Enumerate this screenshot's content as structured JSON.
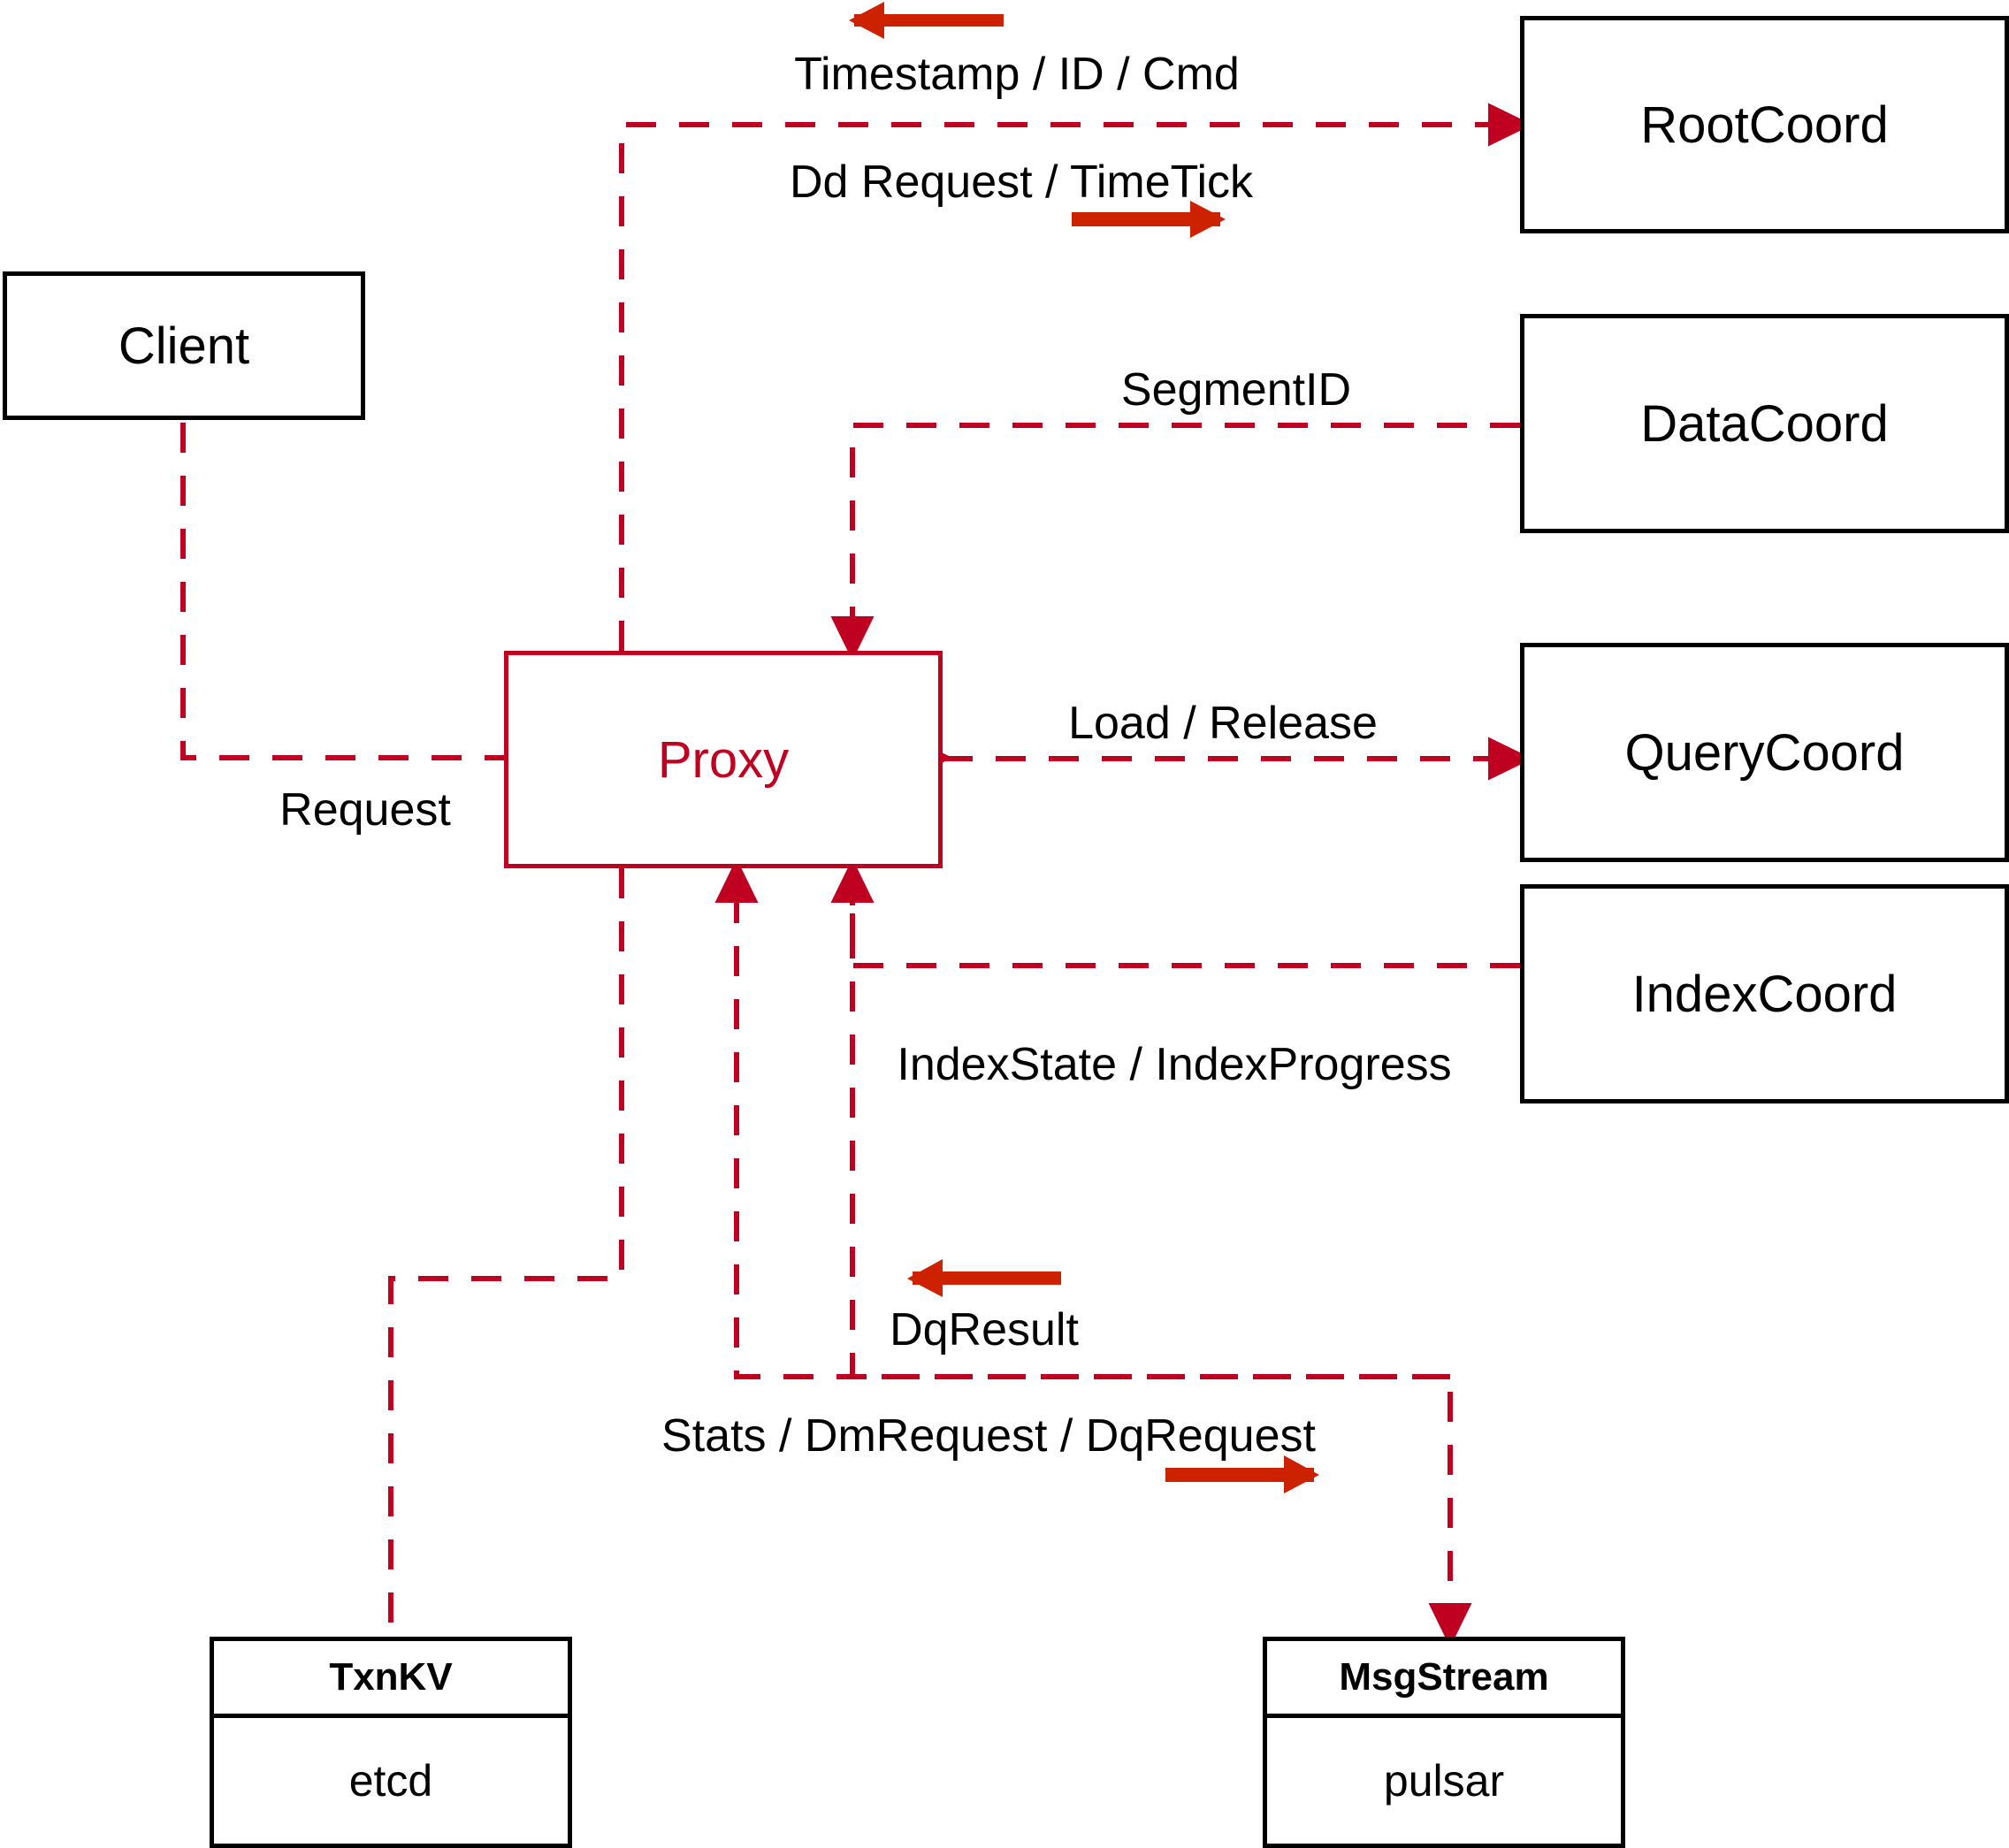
{
  "diagram": {
    "title": "Milvus Proxy component interaction diagram",
    "accent_color": "#C00021",
    "arrow_color": "#CC2200",
    "line_color": "#000000",
    "background": "#FFFFFF"
  },
  "nodes": {
    "client": {
      "label": "Client"
    },
    "proxy": {
      "label": "Proxy"
    },
    "root_coord": {
      "label": "RootCoord"
    },
    "data_coord": {
      "label": "DataCoord"
    },
    "query_coord": {
      "label": "QueryCoord"
    },
    "index_coord": {
      "label": "IndexCoord"
    },
    "txn_kv": {
      "title": "TxnKV",
      "impl": "etcd"
    },
    "msg_stream": {
      "title": "MsgStream",
      "impl": "pulsar"
    }
  },
  "edge_labels": {
    "timestamp_id_cmd": "Timestamp / ID / Cmd",
    "dd_request_timetick": "Dd Request / TimeTick",
    "segment_id": "SegmentID",
    "request": "Request",
    "load_release": "Load / Release",
    "index_state_progress": "IndexState / IndexProgress",
    "dq_result": "DqResult",
    "stats_dm_dq_request": "Stats / DmRequest / DqRequest"
  },
  "edges": [
    {
      "name": "client-to-proxy",
      "from": "client",
      "to": "proxy",
      "label": "Request",
      "direction": "right"
    },
    {
      "name": "proxy-to-rootcoord",
      "from": "proxy",
      "to": "root_coord",
      "label": "Dd Request / TimeTick",
      "direction": "right"
    },
    {
      "name": "rootcoord-to-proxy",
      "from": "root_coord",
      "to": "proxy",
      "label": "Timestamp / ID / Cmd",
      "direction": "left"
    },
    {
      "name": "datacoord-to-proxy",
      "from": "data_coord",
      "to": "proxy",
      "label": "SegmentID",
      "direction": "left"
    },
    {
      "name": "proxy-to-querycoord",
      "from": "proxy",
      "to": "query_coord",
      "label": "Load / Release",
      "direction": "right"
    },
    {
      "name": "indexcoord-to-proxy",
      "from": "index_coord",
      "to": "proxy",
      "label": "IndexState / IndexProgress",
      "direction": "left"
    },
    {
      "name": "proxy-to-txnkv",
      "from": "proxy",
      "to": "txn_kv",
      "label": "",
      "direction": "down"
    },
    {
      "name": "msgstream-to-proxy",
      "from": "msg_stream",
      "to": "proxy",
      "label": "DqResult",
      "direction": "left"
    },
    {
      "name": "proxy-to-msgstream",
      "from": "proxy",
      "to": "msg_stream",
      "label": "Stats / DmRequest / DqRequest",
      "direction": "right"
    }
  ]
}
